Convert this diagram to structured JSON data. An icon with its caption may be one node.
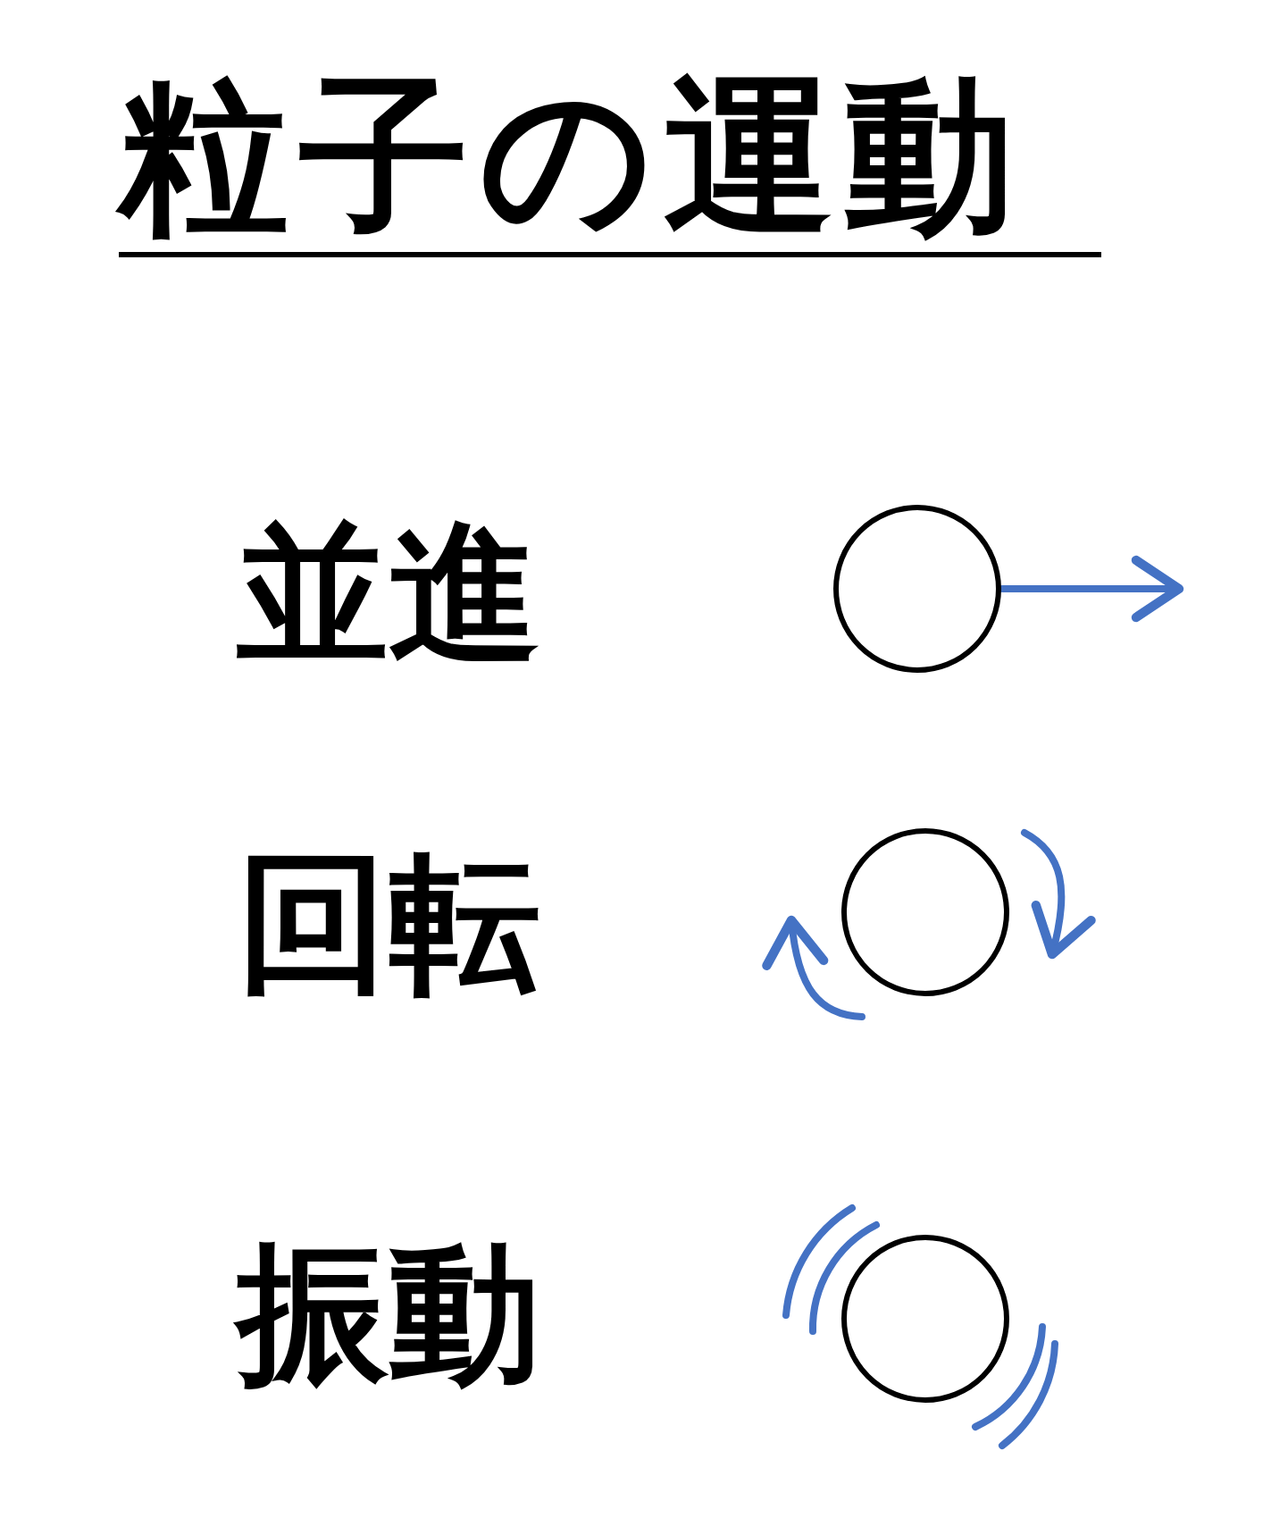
{
  "diagram": {
    "title": "粒子の運動",
    "nodes": [
      {
        "text": [],
        "shape": "circle"
      },
      {
        "text": [],
        "shape": "circle"
      },
      {
        "text": [],
        "shape": "circle"
      }
    ],
    "labels": [
      "並進",
      "回転",
      "振動"
    ]
  }
}
